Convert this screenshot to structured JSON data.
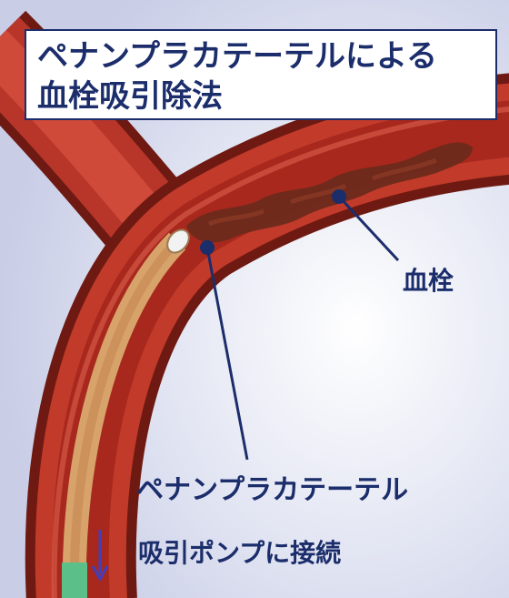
{
  "title": {
    "line1": "ペナンプラカテーテルによる",
    "line2": "血栓吸引除法"
  },
  "labels": {
    "clot": "血栓",
    "catheter": "ペナンプラカテーテル",
    "pump": "吸引ポンプに接続"
  },
  "colors": {
    "background": "#e6e8f4",
    "vessel_outer": "#7a1a12",
    "vessel_wall": "#c23a2a",
    "vessel_lumen": "#a5261c",
    "catheter": "#d7a36a",
    "clot": "#6b2a1c",
    "pointer": "#1b2d6b",
    "label_text": "#1b2d6b",
    "suction_tube": "#5bbf8a",
    "arrow": "#3f3fbf"
  }
}
